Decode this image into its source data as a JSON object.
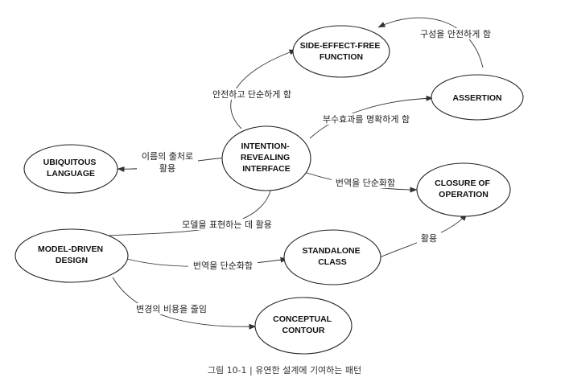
{
  "nodes": {
    "side_effect_free_function": [
      "Side-Effect-Free",
      "Function"
    ],
    "assertion": [
      "Assertion"
    ],
    "intention_revealing_interface": [
      "Intention-",
      "Revealing",
      "Interface"
    ],
    "ubiquitous_language": [
      "Ubiquitous",
      "Language"
    ],
    "closure_of_operation": [
      "Closure of",
      "Operation"
    ],
    "model_driven_design": [
      "Model-Driven",
      "Design"
    ],
    "standalone_class": [
      "Standalone",
      "Class"
    ],
    "conceptual_contour": [
      "Conceptual",
      "Contour"
    ]
  },
  "edges": {
    "assertion_to_sef": "구성을 안전하게 함",
    "iri_to_sef": "안전하고 단순하게 함",
    "iri_to_assertion": "부수효과를 명확하게 함",
    "iri_to_ubiquitous": [
      "이름의 출처로",
      "활용"
    ],
    "iri_to_closure": "번역을 단순화함",
    "mdd_to_iri": "모델을 표현하는 데 활용",
    "mdd_to_standalone": "번역을 단순화함",
    "standalone_to_closure": "활용",
    "mdd_to_conceptual": "변경의 비용을 줄임"
  },
  "caption": "그림 10-1  |  유연한 설계에 기여하는 패턴"
}
